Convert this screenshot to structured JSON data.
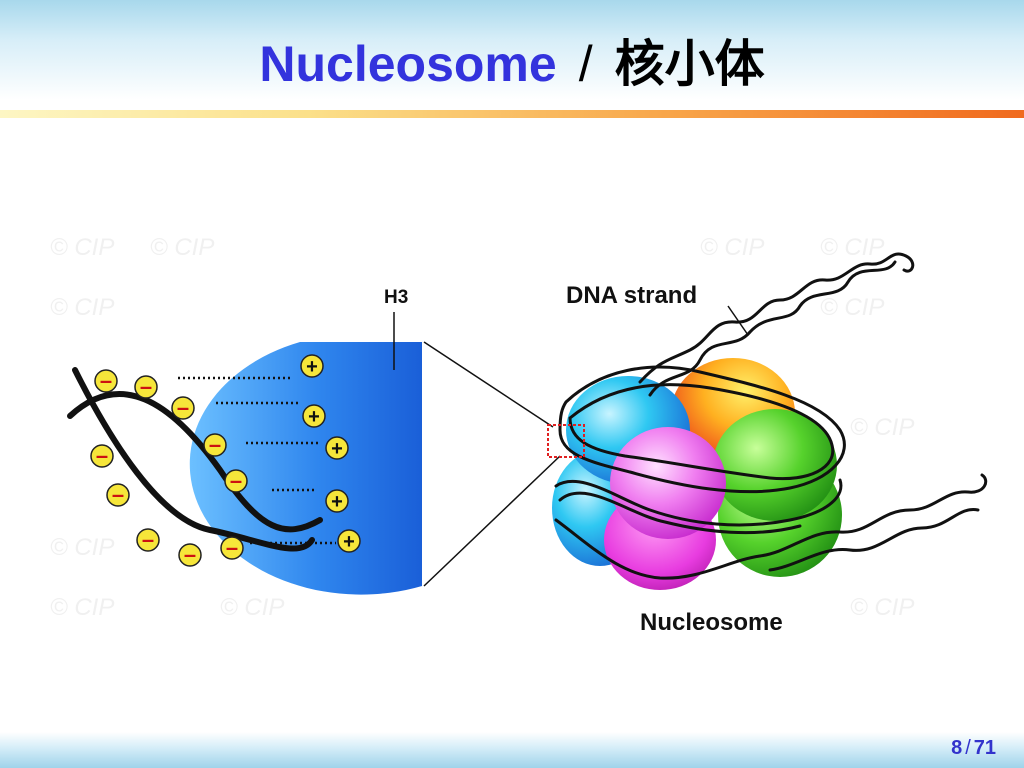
{
  "slide": {
    "title_en": "Nucleosome",
    "separator": "/",
    "title_zh": "核小体",
    "page_current": "8",
    "page_sep": "/",
    "page_total": "71"
  },
  "diagram": {
    "labels": {
      "histone": "H3",
      "dna_strand": "DNA strand",
      "nucleosome": "Nucleosome"
    },
    "charges": {
      "negative": "–",
      "positive": "+"
    },
    "watermark_text": "© CIP",
    "colors": {
      "charge_fill": "#f6e63a",
      "charge_negative": "#cc1111",
      "histone_blue": "#2f86ee",
      "title_blue": "#3333dd"
    }
  }
}
